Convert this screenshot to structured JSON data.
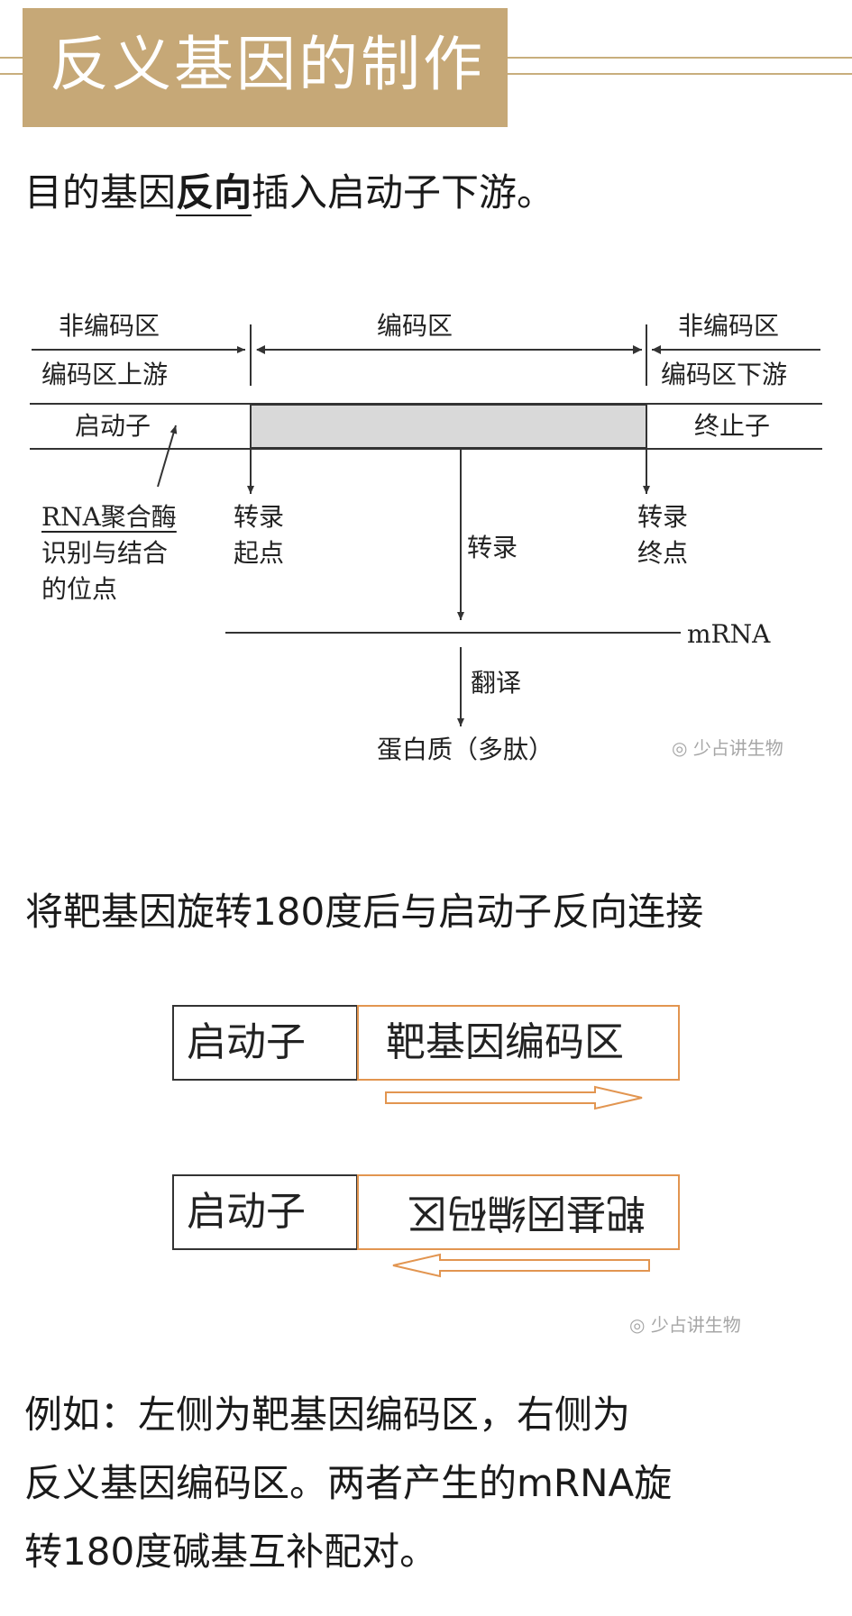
{
  "header": {
    "title": "反义基因的制作"
  },
  "intro": {
    "before": "目的基因",
    "emph": "反向",
    "after": "插入启动子下游。"
  },
  "diagram": {
    "noncoding_left": "非编码区",
    "coding": "编码区",
    "noncoding_right": "非编码区",
    "upstream": "编码区上游",
    "downstream": "编码区下游",
    "promoter": "启动子",
    "terminator": "终止子",
    "rnap_site": [
      "RNA聚合酶",
      "识别与结合",
      "的位点"
    ],
    "tx_start": [
      "转录",
      "起点"
    ],
    "transcription": "转录",
    "tx_end": [
      "转录",
      "终点"
    ],
    "mrna": "mRNA",
    "translation": "翻译",
    "protein": "蛋白质（多肽）",
    "watermark": "少占讲生物"
  },
  "step": {
    "text": "将靶基因旋转180度后与启动子反向连接"
  },
  "constructs": {
    "promoter_label": "启动子",
    "target_label": "靶基因编码区",
    "reversed_label": "靶基因编码区",
    "watermark": "少占讲生物"
  },
  "example": {
    "lines": [
      "例如：左侧为靶基因编码区，右侧为",
      "反义基因编码区。两者产生的mRNA旋",
      "转180度碱基互补配对。"
    ]
  },
  "colors": {
    "header_bg": "#c6a877",
    "gene_border": "#e29550",
    "coding_fill": "#d9d9d9"
  }
}
